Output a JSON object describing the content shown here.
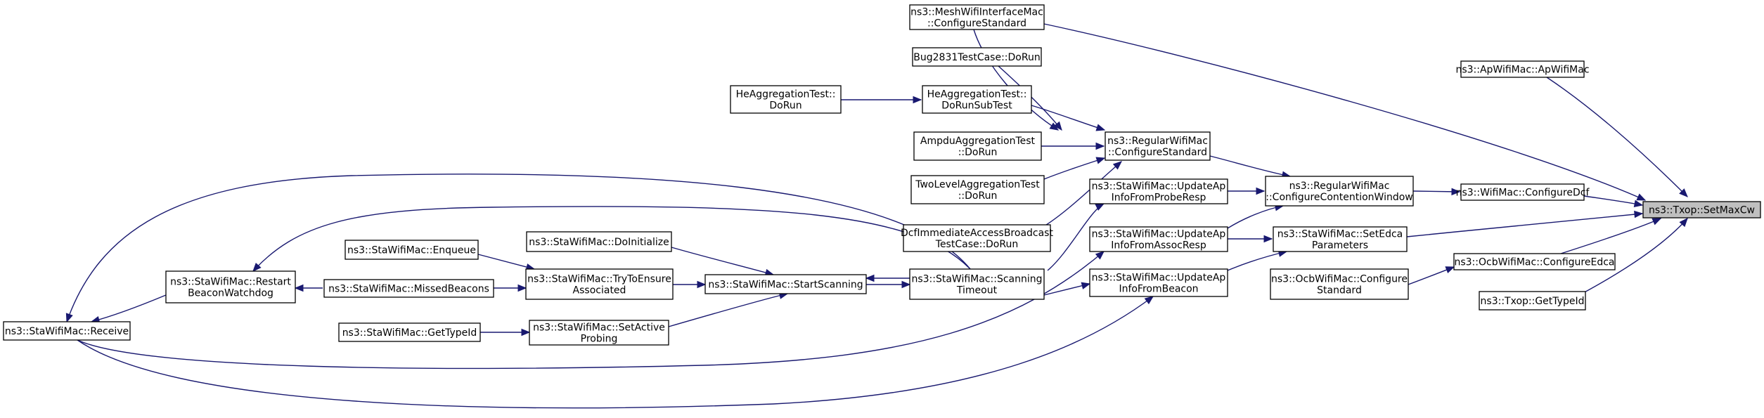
{
  "diagram": {
    "focus_node": "txop-setmaxcw",
    "edge_color": "#191970",
    "nodes": [
      {
        "id": "txop-setmaxcw",
        "lines": [
          "ns3::Txop::SetMaxCw"
        ]
      },
      {
        "id": "apwifimac-apwifimac",
        "lines": [
          "ns3::ApWifiMac::ApWifiMac"
        ]
      },
      {
        "id": "meshwifiinterfacemac-configurestandard",
        "lines": [
          "ns3::MeshWifiInterfaceMac",
          "::ConfigureStandard"
        ]
      },
      {
        "id": "wifimac-configuredcf",
        "lines": [
          "ns3::WifiMac::ConfigureDcf"
        ]
      },
      {
        "id": "regularwifimac-configurecontentionwindow",
        "lines": [
          "ns3::RegularWifiMac",
          "::ConfigureContentionWindow"
        ]
      },
      {
        "id": "stawifimac-setedcaparameters",
        "lines": [
          "ns3::StaWifiMac::SetEdca",
          "Parameters"
        ]
      },
      {
        "id": "ocbwifimac-configureedca",
        "lines": [
          "ns3::OcbWifiMac::ConfigureEdca"
        ]
      },
      {
        "id": "ocbwifimac-configurestandard",
        "lines": [
          "ns3::OcbWifiMac::Configure",
          "Standard"
        ]
      },
      {
        "id": "txop-gettypeid",
        "lines": [
          "ns3::Txop::GetTypeId"
        ]
      },
      {
        "id": "regularwifimac-configurestandard",
        "lines": [
          "ns3::RegularWifiMac",
          "::ConfigureStandard"
        ]
      },
      {
        "id": "stawifimac-updateapinfofromproberesp",
        "lines": [
          "ns3::StaWifiMac::UpdateAp",
          "InfoFromProbeResp"
        ]
      },
      {
        "id": "stawifimac-updateapinfofromassocresp",
        "lines": [
          "ns3::StaWifiMac::UpdateAp",
          "InfoFromAssocResp"
        ]
      },
      {
        "id": "stawifimac-updateapinfofrombeacon",
        "lines": [
          "ns3::StaWifiMac::UpdateAp",
          "InfoFromBeacon"
        ]
      },
      {
        "id": "bug2831testcase-dorun",
        "lines": [
          "Bug2831TestCase::DoRun"
        ]
      },
      {
        "id": "heaggregationtest-dorunsubtest",
        "lines": [
          "HeAggregationTest::",
          "DoRunSubTest"
        ]
      },
      {
        "id": "heaggregationtest-dorun",
        "lines": [
          "HeAggregationTest::",
          "DoRun"
        ]
      },
      {
        "id": "ampduaggregationtest-dorun",
        "lines": [
          "AmpduAggregationTest",
          "::DoRun"
        ]
      },
      {
        "id": "twolevelaggregationtest-dorun",
        "lines": [
          "TwoLevelAggregationTest",
          "::DoRun"
        ]
      },
      {
        "id": "dcfimmediateaccessbroadcasttestcase-dorun",
        "lines": [
          "DcfImmediateAccessBroadcast",
          "TestCase::DoRun"
        ]
      },
      {
        "id": "stawifimac-scanningtimeout",
        "lines": [
          "ns3::StaWifiMac::Scanning",
          "Timeout"
        ]
      },
      {
        "id": "stawifimac-startscanning",
        "lines": [
          "ns3::StaWifiMac::StartScanning"
        ]
      },
      {
        "id": "stawifimac-doinitialize",
        "lines": [
          "ns3::StaWifiMac::DoInitialize"
        ]
      },
      {
        "id": "stawifimac-trytoensureassociated",
        "lines": [
          "ns3::StaWifiMac::TryToEnsure",
          "Associated"
        ]
      },
      {
        "id": "stawifimac-setactiveprobing",
        "lines": [
          "ns3::StaWifiMac::SetActive",
          "Probing"
        ]
      },
      {
        "id": "stawifimac-gettypeid",
        "lines": [
          "ns3::StaWifiMac::GetTypeId"
        ]
      },
      {
        "id": "stawifimac-enqueue",
        "lines": [
          "ns3::StaWifiMac::Enqueue"
        ]
      },
      {
        "id": "stawifimac-missedbeacons",
        "lines": [
          "ns3::StaWifiMac::MissedBeacons"
        ]
      },
      {
        "id": "stawifimac-restartbeaconwatchdog",
        "lines": [
          "ns3::StaWifiMac::Restart",
          "BeaconWatchdog"
        ]
      },
      {
        "id": "stawifimac-receive",
        "lines": [
          "ns3::StaWifiMac::Receive"
        ]
      }
    ]
  }
}
